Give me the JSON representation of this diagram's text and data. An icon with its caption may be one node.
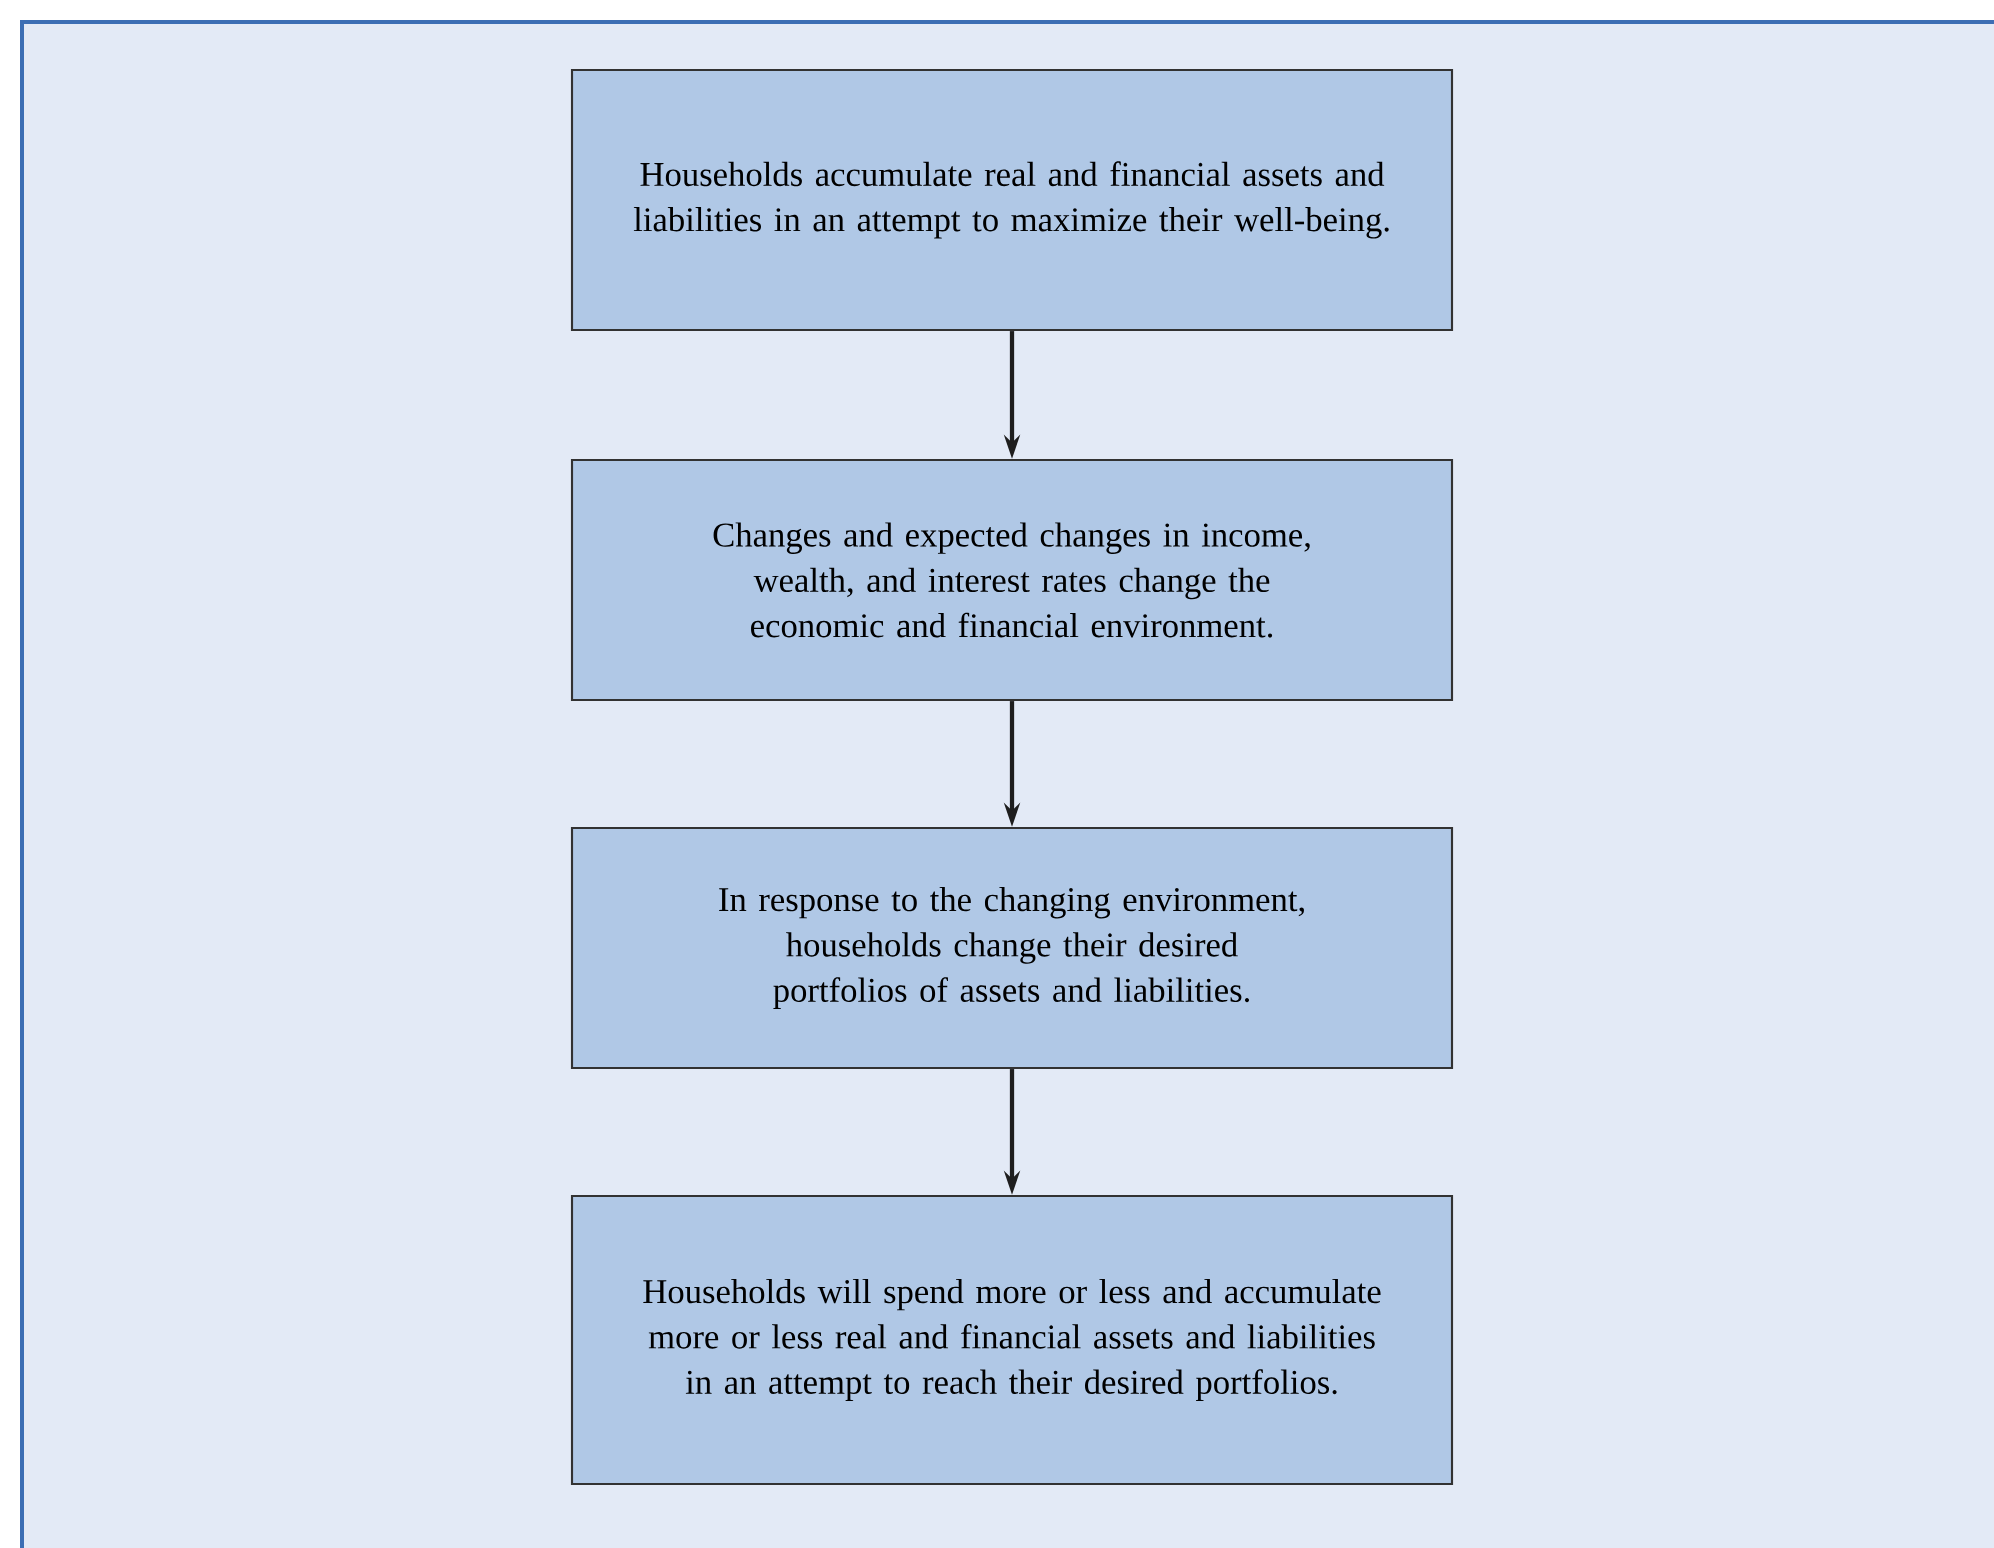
{
  "diagram": {
    "nodes": [
      {
        "text": [
          "Households accumulate real and financial assets and liabilities in an attempt to maximize their well-being."
        ]
      },
      {
        "text": [
          "Changes and expected changes in income, wealth, and interest rates change the economic and financial environment."
        ]
      },
      {
        "text": [
          "In response to the changing environment, households change their desired portfolios of assets and liabilities."
        ]
      },
      {
        "text": [
          "Households will spend more or less and accumulate more or less real and financial assets and liabilities in an attempt to reach their desired portfolios."
        ]
      }
    ],
    "edges": [
      {
        "from": 0,
        "to": 1,
        "arrow": "to"
      },
      {
        "from": 1,
        "to": 2,
        "arrow": "to"
      },
      {
        "from": 2,
        "to": 3,
        "arrow": "to"
      }
    ]
  }
}
